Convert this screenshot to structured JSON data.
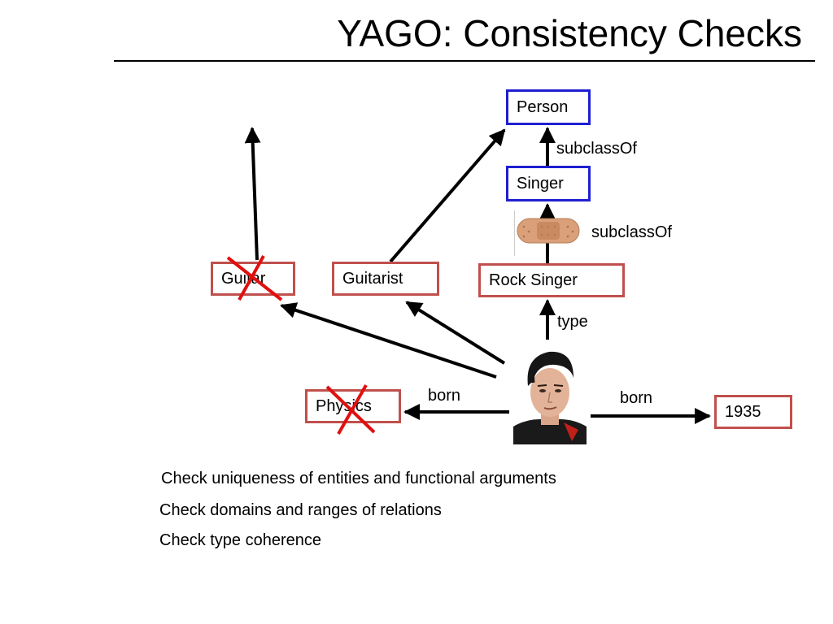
{
  "title": "YAGO: Consistency Checks",
  "nodes": {
    "person": "Person",
    "singer": "Singer",
    "rock_singer": "Rock Singer",
    "guitarist": "Guitarist",
    "guitar": "Guitar",
    "physics": "Physics",
    "year": "1935"
  },
  "edges": {
    "subclass_upper": "subclassOf",
    "subclass_lower": "subclassOf",
    "type": "type",
    "born_left": "born",
    "born_right": "born"
  },
  "checks": [
    "Check uniqueness of entities and functional arguments",
    "Check domains and ranges of relations",
    "Check type coherence"
  ],
  "colors": {
    "class_border": "#1f1fd1",
    "instance_border": "#c0504d",
    "cross": "#e01010"
  }
}
